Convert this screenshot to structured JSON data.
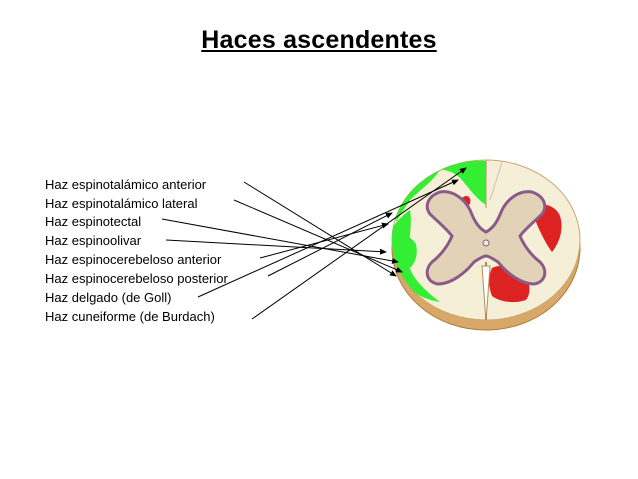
{
  "title": "Haces ascendentes",
  "labels": [
    "Haz espinotalámico anterior",
    "Haz espinotalámico lateral",
    "Haz espinotectal",
    "Haz espinoolivar",
    "Haz espinocerebeloso anterior",
    "Haz espinocerebeloso posterior",
    "Haz delgado (de Goll)",
    "Haz cuneiforme (de Burdach)"
  ],
  "colors": {
    "ascending_tracts": "#33ee33",
    "descending_tracts": "#dd2222",
    "white_matter": "#f6efd8",
    "gray_matter": "#e2d2b8",
    "gray_matter_outline": "#8a5a88",
    "section_rim": "#d8a868"
  }
}
